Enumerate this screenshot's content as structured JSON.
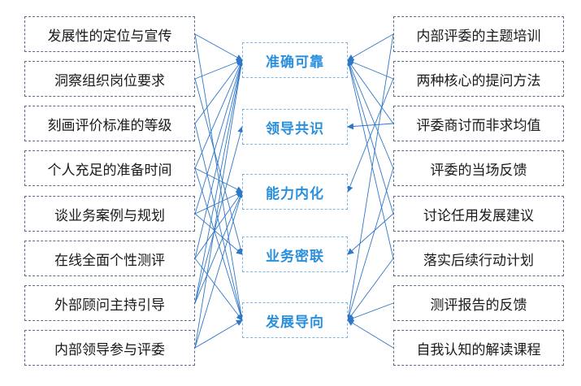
{
  "left_items": [
    "发展性的定位与宣传",
    "洞察组织岗位要求",
    "刻画评价标准的等级",
    "个人充足的准备时间",
    "谈业务案例与规划",
    "在线全面个性测评",
    "外部顾问主持引导",
    "内部领导参与评委"
  ],
  "center_items": [
    "准确可靠",
    "领导共识",
    "能力内化",
    "业务密联",
    "发展导向"
  ],
  "right_items": [
    "内部评委的主题培训",
    "两种核心的提问方法",
    "评委商讨而非求均值",
    "评委的当场反馈",
    "讨论任用发展建议",
    "落实后续行动计划",
    "测评报告的反馈",
    "自我认知的解读课程"
  ],
  "colors": {
    "line": "#2f77c8",
    "center_text": "#2a8fdc",
    "left_right_border": "#5c6b8a",
    "center_border": "#7fb6e3"
  },
  "connections": {
    "left": [
      [
        0,
        0
      ],
      [
        0,
        4
      ],
      [
        1,
        0
      ],
      [
        1,
        3
      ],
      [
        2,
        0
      ],
      [
        2,
        4
      ],
      [
        3,
        0
      ],
      [
        3,
        2
      ],
      [
        3,
        4
      ],
      [
        4,
        0
      ],
      [
        4,
        2
      ],
      [
        4,
        3
      ],
      [
        5,
        0
      ],
      [
        5,
        2
      ],
      [
        5,
        4
      ],
      [
        6,
        0
      ],
      [
        6,
        1
      ],
      [
        6,
        2
      ],
      [
        7,
        0
      ],
      [
        7,
        2
      ],
      [
        7,
        4
      ]
    ],
    "right": [
      [
        0,
        0
      ],
      [
        0,
        4
      ],
      [
        1,
        0
      ],
      [
        1,
        2
      ],
      [
        2,
        0
      ],
      [
        2,
        1
      ],
      [
        3,
        0
      ],
      [
        3,
        4
      ],
      [
        4,
        0
      ],
      [
        4,
        3
      ],
      [
        5,
        4
      ],
      [
        5,
        0
      ],
      [
        6,
        4
      ],
      [
        7,
        4
      ]
    ]
  }
}
